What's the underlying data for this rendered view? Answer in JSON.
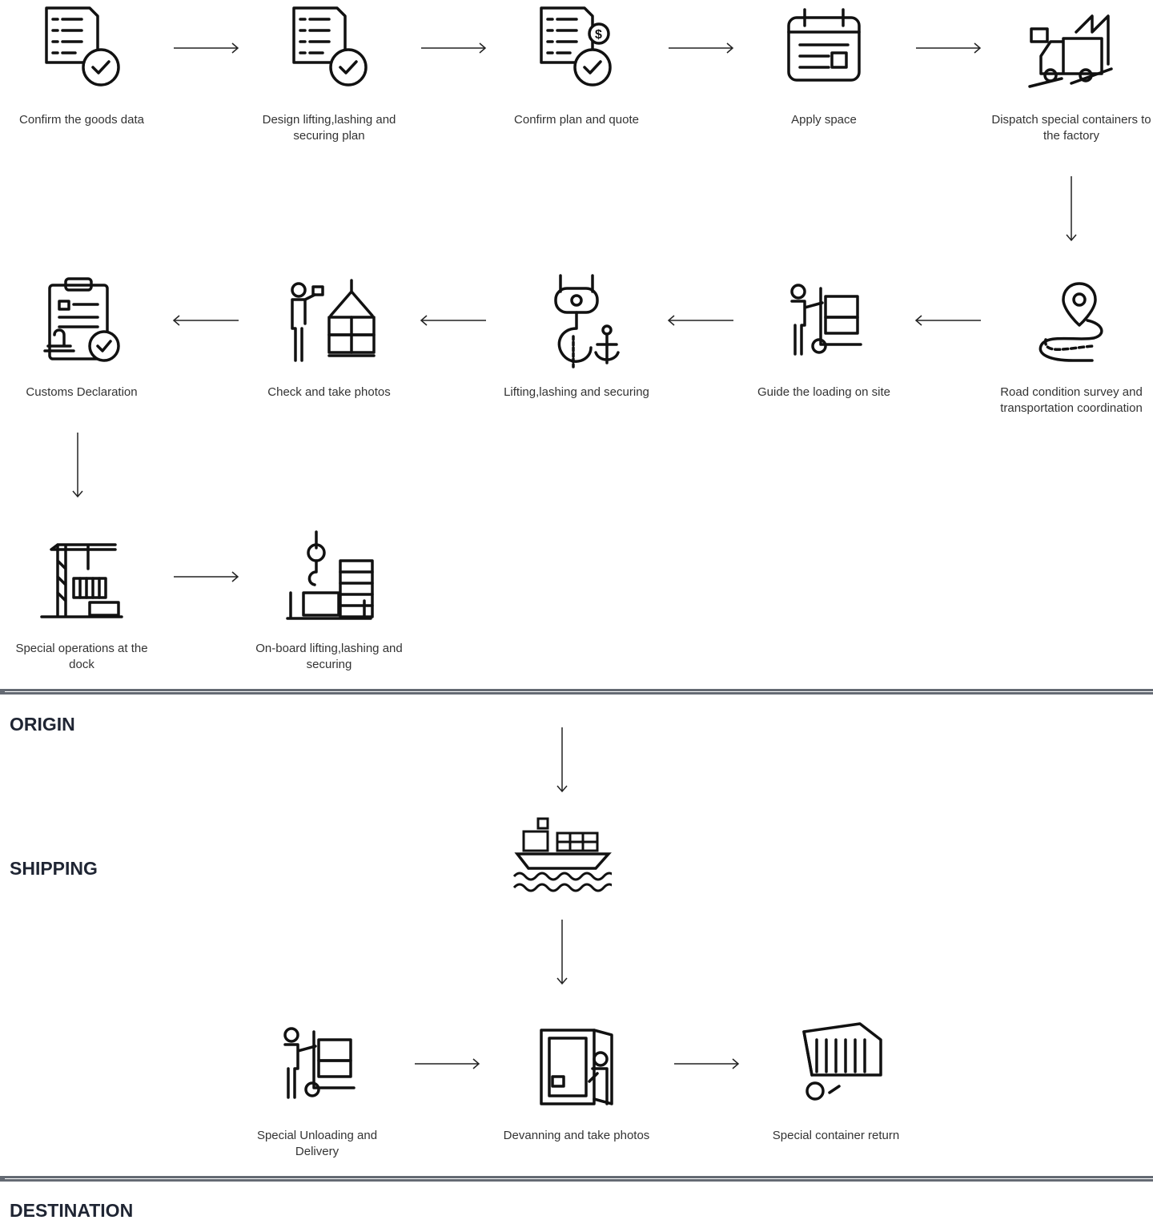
{
  "steps": [
    {
      "label": "Confirm the goods data",
      "icon": "document-check-icon"
    },
    {
      "label": "Design lifting,lashing and securing plan",
      "icon": "document-rope-check-icon"
    },
    {
      "label": "Confirm plan and quote",
      "icon": "document-dollar-check-icon"
    },
    {
      "label": "Apply space",
      "icon": "calendar-icon"
    },
    {
      "label": "Dispatch special containers to the factory",
      "icon": "truck-factory-icon"
    },
    {
      "label": "Road condition survey and transportation coordination",
      "icon": "road-map-pin-icon"
    },
    {
      "label": "Guide the loading on site",
      "icon": "forklift-worker-icon"
    },
    {
      "label": "Lifting,lashing and securing",
      "icon": "crane-hook-anchor-icon"
    },
    {
      "label": "Check and take photos",
      "icon": "photographer-cargo-icon"
    },
    {
      "label": "Customs Declaration",
      "icon": "clipboard-stamp-icon"
    },
    {
      "label": "Special operations at the dock",
      "icon": "dock-crane-icon"
    },
    {
      "label": "On-board lifting,lashing and securing",
      "icon": "onboard-hook-containers-icon"
    }
  ],
  "shipping": {
    "icon": "cargo-ship-icon"
  },
  "destination_steps": [
    {
      "label": "Special Unloading and Delivery",
      "icon": "forklift-unloading-icon"
    },
    {
      "label": "Devanning and take photos",
      "icon": "container-devanning-icon"
    },
    {
      "label": "Special container return",
      "icon": "container-recycle-icon"
    }
  ],
  "sections": {
    "origin": "ORIGIN",
    "shipping": "SHIPPING",
    "destination": "DESTINATION"
  },
  "colors": {
    "divider": "#646a73",
    "section_text": "#1f2533",
    "label_text": "#333333"
  }
}
